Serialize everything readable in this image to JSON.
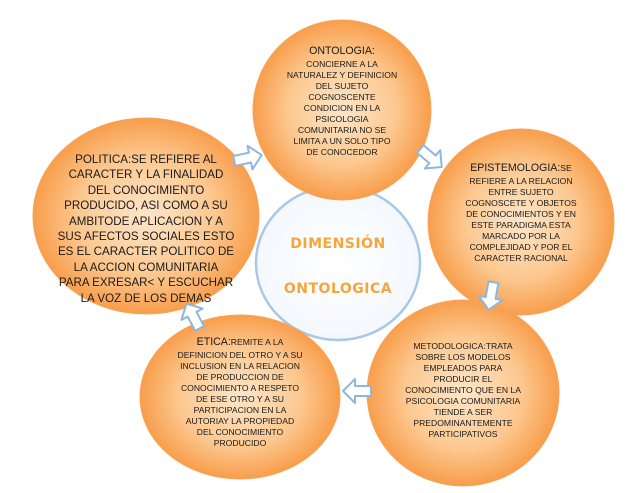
{
  "center": {
    "title_line1": "DIMENSIÓN",
    "title_line2": "ONTOLOGICA"
  },
  "nodes": {
    "ontologia": {
      "heading": "ONTOLOGIA:",
      "lines": [
        "CONCIERNE A LA",
        "NATURALEZ Y DEFINICION",
        "DEL SUJETO",
        "COGNOSCENTE",
        "CONDICION EN LA",
        "PSICOLOGIA",
        "COMUNITARIA NO SE",
        "LIMITA A UN SOLO TIPO",
        "DE CONOCEDOR"
      ]
    },
    "epistemologia": {
      "heading": "EPISTEMOLOGIA:",
      "heading_suffix": "SE",
      "lines": [
        "REFIERE A LA RELACION",
        "ENTRE SUJETO",
        "COGNOSCETE Y OBJETOS",
        "DE CONOCIMIENTOS Y EN",
        "ESTE PARADIGMA ESTA",
        "MARCADO POR LA",
        "COMPLEJIDAD Y POR EL",
        "CARACTER RACIONAL"
      ]
    },
    "metodologica": {
      "heading": "METODOLOGICA:TRATA",
      "lines": [
        "SOBRE LOS MODELOS",
        "EMPLEADOS PARA",
        "PRODUCIR EL",
        "CONOCIMIENTO QUE EN LA",
        "PSICOLOGIA COMUNITARIA",
        "TIENDE A SER",
        "PREDOMINANTEMENTE",
        "PARTICIPATIVOS"
      ]
    },
    "etica": {
      "heading": "ETICA:",
      "heading_suffix": "REMITE A LA",
      "lines": [
        "DEFINICION DEL OTRO Y A SU",
        "INCLUSION EN LA RELACION",
        "DE PRODUCCION DE",
        "CONOCIMIENTO A RESPETO",
        "DE ESE OTRO Y A SU",
        "PARTICIPACION EN LA",
        "AUTORIAY LA PROPIEDAD",
        "DEL CONOCIMIENTO",
        "PRODUCIDO"
      ]
    },
    "politica": {
      "lines": [
        "POLITICA:SE REFIERE AL",
        "CARACTER Y LA FINALIDAD",
        "DEL CONOCIMIENTO",
        "PRODUCIDO, ASI COMO A SU",
        "AMBITODE APLICACION Y A",
        "SUS AFECTOS SOCIALES ESTO",
        "ES EL CARACTER POLITICO DE",
        "LA ACCION COMUNITARIA",
        "PARA EXRESAR< Y ESCUCHAR",
        "LA VOZ DE  LOS DEMAS"
      ]
    }
  },
  "colors": {
    "orange_inner": "#fde4c4",
    "orange_outer": "#f79a3a",
    "center_stroke": "#a9c8e6",
    "arrow_stroke": "#8fb6dc",
    "title_color": "#f6a53d"
  }
}
